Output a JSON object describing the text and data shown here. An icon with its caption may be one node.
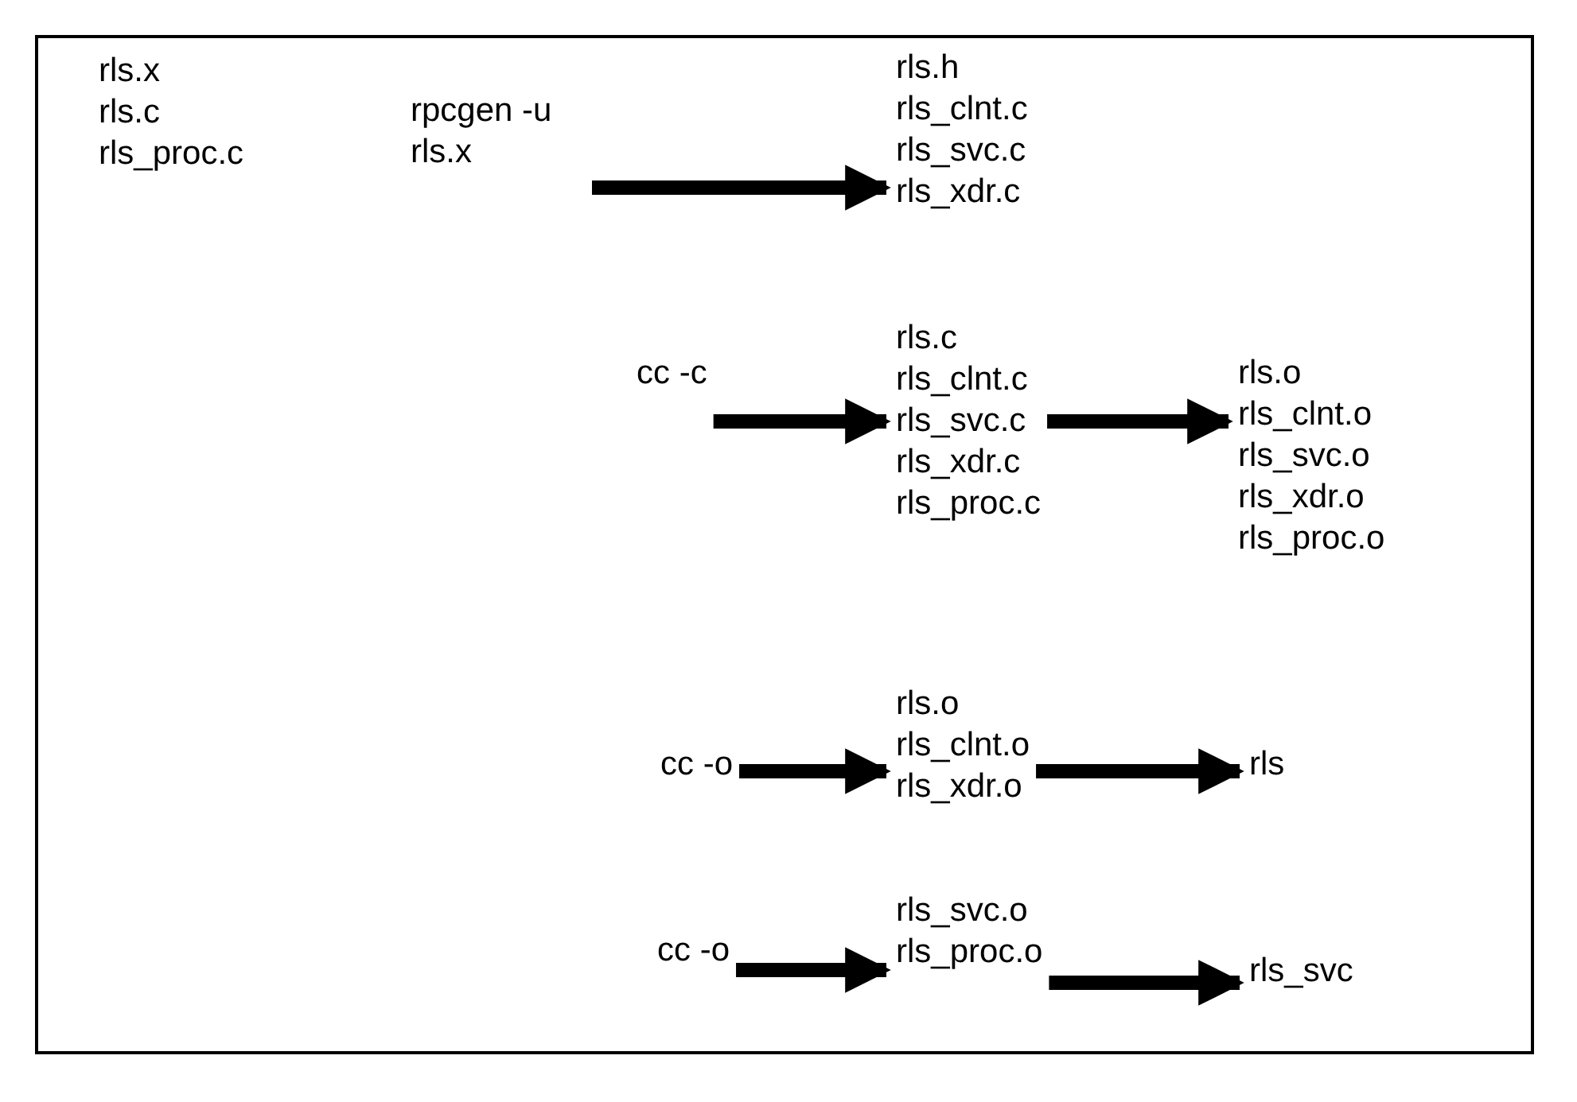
{
  "diagram": {
    "nodes": [
      {
        "text": [
          "rpcgen -u rls.x"
        ]
      },
      {
        "text": [
          "rls.h",
          "rls_clnt.c",
          "rls_svc.c",
          "rls_xdr.c"
        ]
      },
      {
        "text": [
          "cc -c"
        ]
      },
      {
        "text": [
          "rls.c",
          "rls_clnt.c",
          "rls_svc.c",
          "rls_xdr.c",
          "rls_proc.c"
        ]
      },
      {
        "text": [
          "rls.o",
          "rls_clnt.o",
          "rls_svc.o",
          "rls_xdr.o",
          "rls_proc.o"
        ]
      },
      {
        "text": [
          "cc -o"
        ]
      },
      {
        "text": [
          "rls.o",
          "rls_clnt.o",
          "rls_xdr.o"
        ]
      },
      {
        "text": [
          "rls"
        ]
      },
      {
        "text": [
          "cc -o"
        ]
      },
      {
        "text": [
          "rls_svc.o",
          "rls_proc.o"
        ]
      },
      {
        "text": [
          "rls_svc"
        ]
      }
    ],
    "edges": [
      {
        "from": 0,
        "to": 1,
        "arrow": "to"
      },
      {
        "from": 2,
        "to": 3,
        "arrow": "to"
      },
      {
        "from": 3,
        "to": 4,
        "arrow": "to"
      },
      {
        "from": 5,
        "to": 6,
        "arrow": "to"
      },
      {
        "from": 6,
        "to": 7,
        "arrow": "to"
      },
      {
        "from": 8,
        "to": 9,
        "arrow": "to"
      },
      {
        "from": 9,
        "to": 10,
        "arrow": "to"
      }
    ],
    "labels": [
      "rls.x",
      "rls.c",
      "rls_proc.c"
    ]
  }
}
